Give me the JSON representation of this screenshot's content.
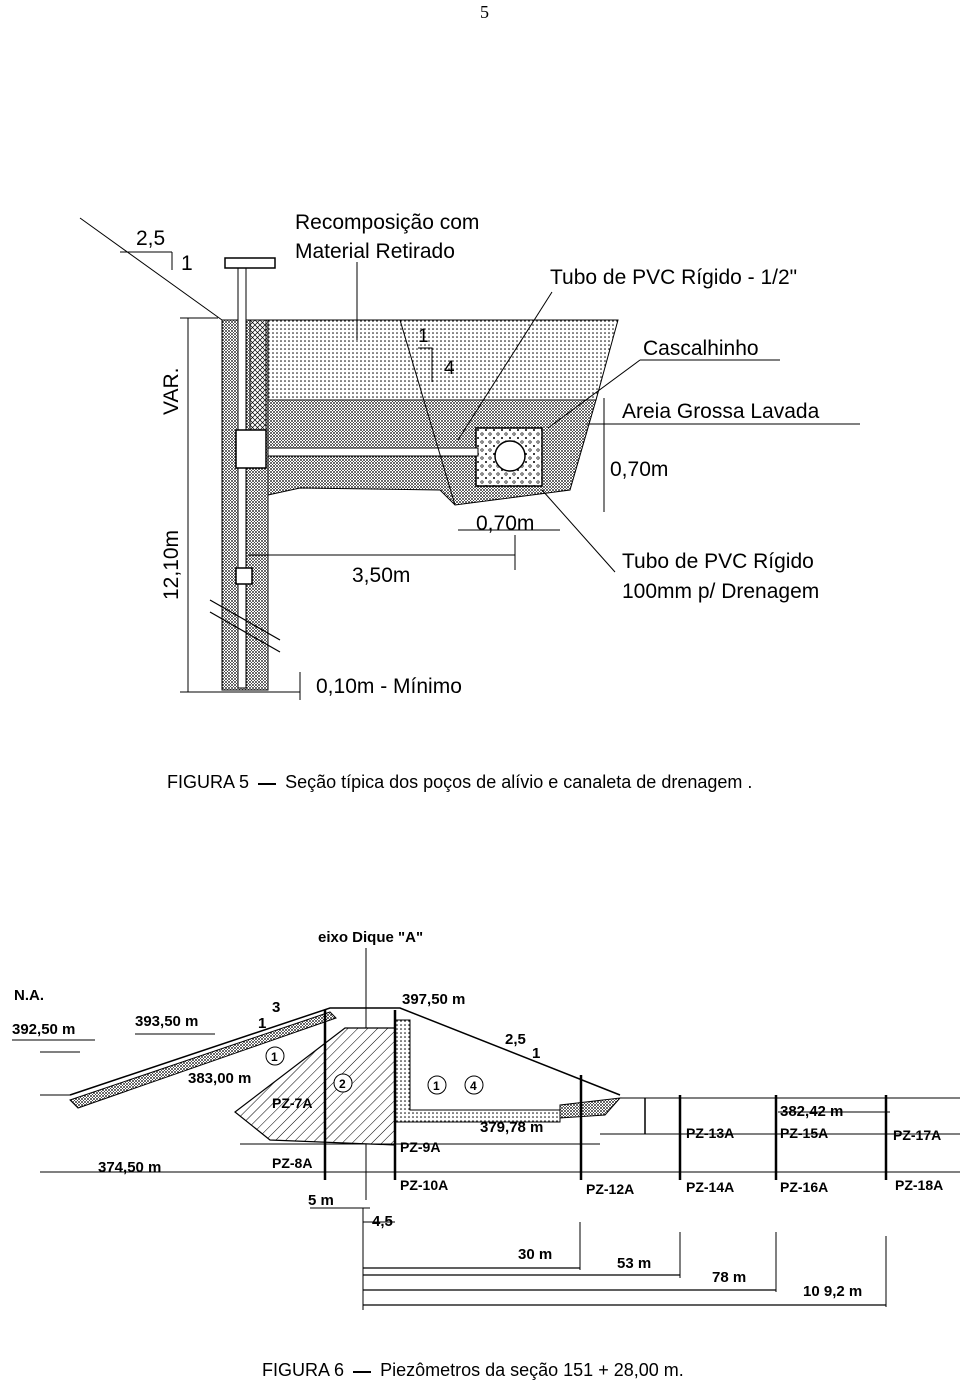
{
  "page": {
    "number": "5"
  },
  "figure5": {
    "caption_number": "FIGURA 5",
    "caption_text": "Seção típica dos poços de alívio e canaleta de drenagem .",
    "labels": {
      "recomposicao_line1": "Recomposição com",
      "recomposicao_line2": "Material Retirado",
      "tubo_pvc_half": "Tubo de PVC Rígido - 1/2\"",
      "cascalhinho": "Cascalhinho",
      "areia": "Areia Grossa Lavada",
      "slope_h": "2,5",
      "slope_v": "1",
      "slope2_top": "1",
      "slope2_h": "4",
      "var": "VAR.",
      "depth": "12,10m",
      "height_070": "0,70m",
      "width_070": "0,70m",
      "dist_350": "3,50m",
      "tubo_drenagem_line1": "Tubo de PVC Rígido",
      "tubo_drenagem_line2": "100mm p/ Drenagem",
      "minimo": "0,10m - Mínimo"
    }
  },
  "figure6": {
    "caption_number": "FIGURA 6",
    "caption_text": "Piezômetros da seção 151 + 28,00 m.",
    "labels": {
      "eixo": "eixo Dique \"A\"",
      "na": "N.A.",
      "el_392": "392,50 m",
      "el_393": "393,50 m",
      "slope_3": "3",
      "slope_1a": "1",
      "el_397": "397,50 m",
      "slope_25": "2,5",
      "slope_1b": "1",
      "el_383": "383,00 m",
      "el_379": "379,78 m",
      "el_382": "382,42 m",
      "el_374": "374,50 m",
      "zone_1a": "1",
      "zone_2": "2",
      "zone_1b": "1",
      "zone_4": "4",
      "pz7a": "PZ-7A",
      "pz8a": "PZ-8A",
      "pz9a": "PZ-9A",
      "pz10a": "PZ-10A",
      "pz12a": "PZ-12A",
      "pz13a": "PZ-13A",
      "pz14a": "PZ-14A",
      "pz15a": "PZ-15A",
      "pz16a": "PZ-16A",
      "pz17a": "PZ-17A",
      "pz18a": "PZ-18A",
      "d_5m": "5 m",
      "d_45": "4,5",
      "d_30": "30 m",
      "d_53": "53 m",
      "d_78": "78 m",
      "d_109": "10 9,2   m"
    }
  }
}
